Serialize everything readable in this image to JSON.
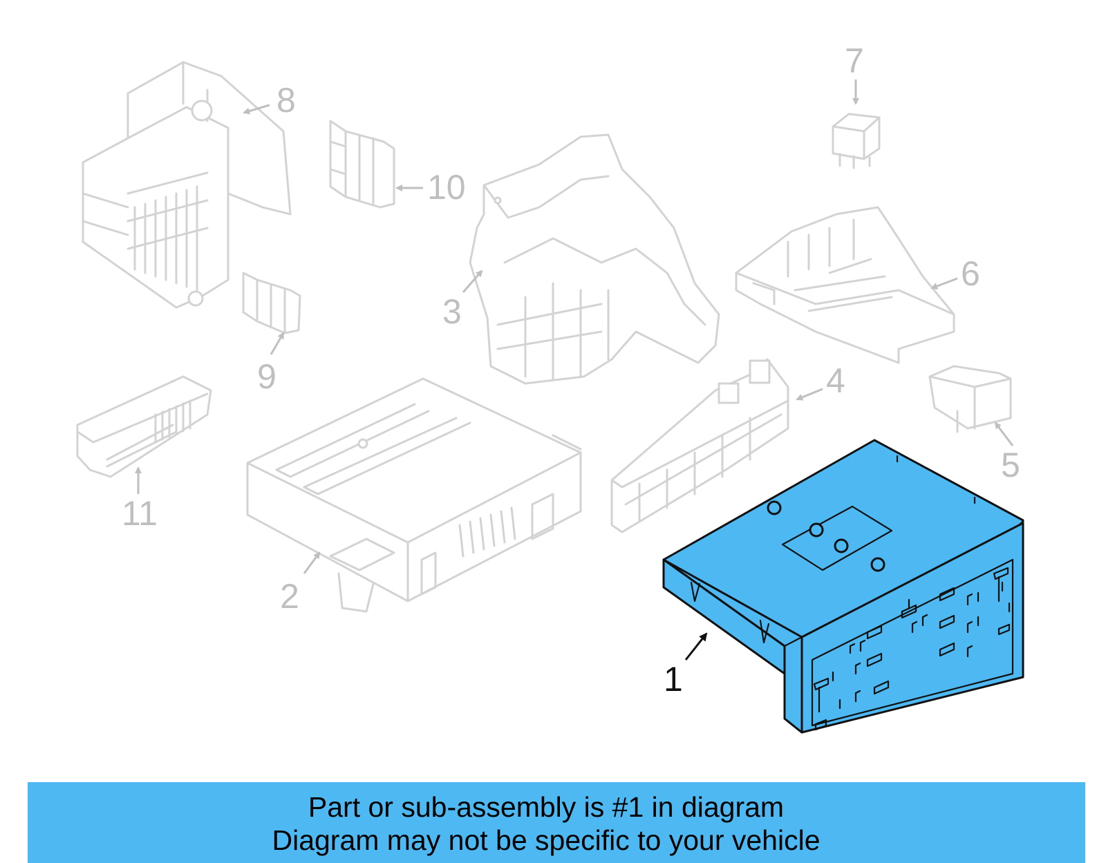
{
  "colors": {
    "highlight": "#4db8f2",
    "ghost_stroke": "#d3d3d3",
    "callout_gray": "#bfbfbf",
    "callout_active": "#111111"
  },
  "callouts": {
    "c1": "1",
    "c2": "2",
    "c3": "3",
    "c4": "4",
    "c5": "5",
    "c6": "6",
    "c7": "7",
    "c8": "8",
    "c9": "9",
    "c10": "10",
    "c11": "11"
  },
  "highlighted_part": "1",
  "banner": {
    "line1": "Part or sub-assembly is #1 in diagram",
    "line2": "Diagram may not be specific to your vehicle"
  }
}
